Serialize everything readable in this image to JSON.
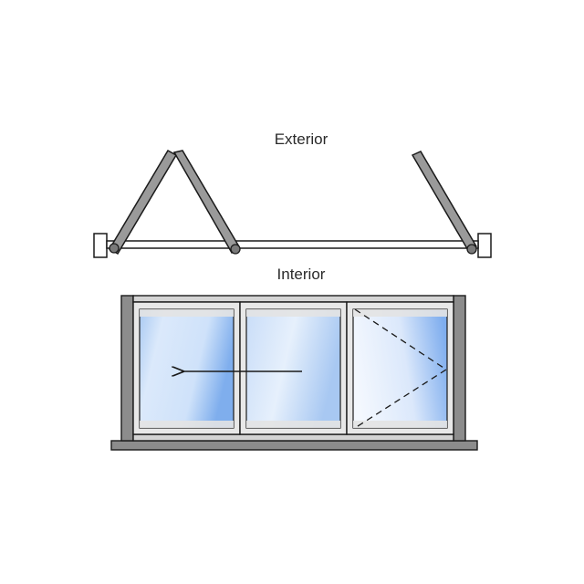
{
  "labels": {
    "exterior": "Exterior",
    "interior": "Interior"
  },
  "colors": {
    "frame": "#8c8c8c",
    "frame_dark": "#6e6e6e",
    "sash": "#d9d9d9",
    "glass_light": "#eef5fd",
    "glass_blue": "#8fb9ef",
    "line": "#1a1a1a"
  },
  "panels": [
    {
      "id": "left-panel",
      "note": "sliding"
    },
    {
      "id": "middle-panel",
      "note": "sliding"
    },
    {
      "id": "right-panel",
      "note": "swing"
    }
  ]
}
